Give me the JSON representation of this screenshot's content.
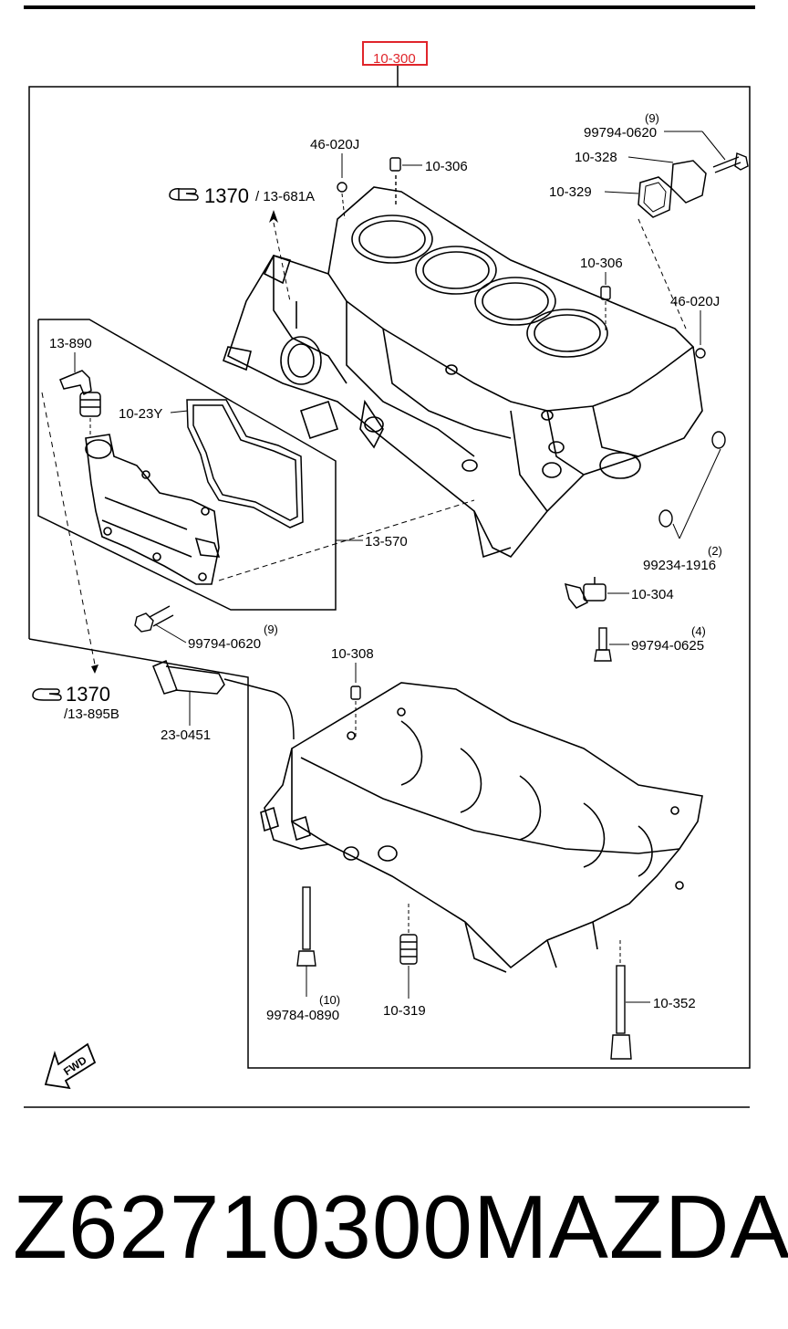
{
  "diagram": {
    "assembly_ref": "10-300",
    "callouts": {
      "p46_020J_top": "46-020J",
      "p10_306_top": "10-306",
      "p99794_0620_top": "99794-0620",
      "p99794_0620_top_qty": "(9)",
      "p10_328": "10-328",
      "p10_329": "10-329",
      "ref_1370_top": "1370",
      "ref_13_681A": "/ 13-681A",
      "p10_306_right": "10-306",
      "p46_020J_right": "46-020J",
      "p13_890": "13-890",
      "p10_23Y": "10-23Y",
      "p13_570": "13-570",
      "p99234_1916": "99234-1916",
      "p99234_1916_qty": "(2)",
      "p10_304": "10-304",
      "p99794_0625": "99794-0625",
      "p99794_0625_qty": "(4)",
      "p99794_0620_mid": "99794-0620",
      "p99794_0620_mid_qty": "(9)",
      "p10_308": "10-308",
      "ref_1370_left": "1370",
      "ref_13_895B": "/13-895B",
      "p23_0451": "23-0451",
      "p99784_0890": "99784-0890",
      "p99784_0890_qty": "(10)",
      "p10_319": "10-319",
      "p10_352": "10-352",
      "fwd": "FWD"
    }
  },
  "footer": {
    "part_number": "Z62710300",
    "brand": "MAZDA"
  },
  "colors": {
    "highlight": "#e0252b",
    "ink": "#000000"
  },
  "icons": [
    "pointing-hand-icon",
    "fwd-arrow-icon"
  ]
}
